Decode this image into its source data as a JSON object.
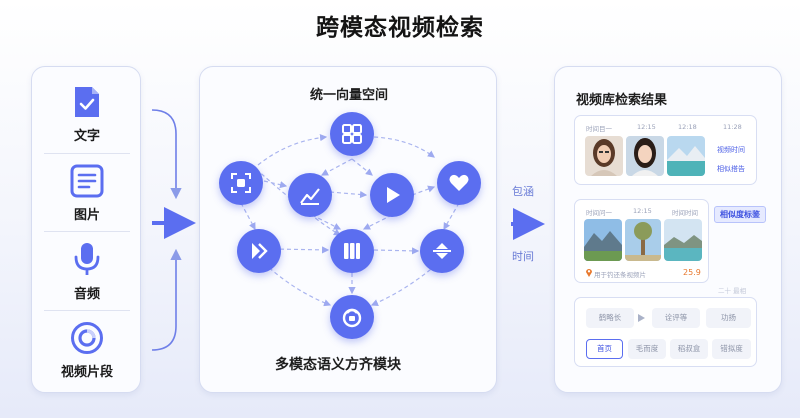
{
  "title": "跨模态视频检索",
  "left": {
    "items": [
      {
        "label": "文字",
        "icon": "document-check-icon"
      },
      {
        "label": "图片",
        "icon": "text-lines-icon"
      },
      {
        "label": "音频",
        "icon": "microphone-icon"
      },
      {
        "label": "视频片段",
        "icon": "video-clip-icon"
      }
    ]
  },
  "middle": {
    "title": "统一向量空间",
    "caption": "多模态语义方齐模块"
  },
  "connector": {
    "label_top": "包涵",
    "label_bottom": "时间"
  },
  "right": {
    "title": "视频库检索结果",
    "card1": {
      "header": [
        "时间目一",
        "12:15",
        "12:18",
        "11:28"
      ],
      "side_links": [
        "视频时间",
        "相似搭告"
      ]
    },
    "card2": {
      "header": [
        "时间问一",
        "12:15",
        "时间时间"
      ],
      "footer_text": "用于钓还条视频片",
      "footer_value": "25.9"
    },
    "tag": "相似度标鉴",
    "faint_label": "二十  最相",
    "card3": {
      "row1": [
        "鹤略长",
        "诠评等",
        "功扬"
      ],
      "row2": [
        "首页",
        "毛而度",
        "稻叔盒",
        "错拟度"
      ]
    }
  },
  "colors": {
    "accent": "#5b6ef0",
    "accent_dark": "#4254e3",
    "panel_border": "#d6dcf1",
    "text_blue": "#6a7cd6",
    "orange": "#e8782c"
  }
}
